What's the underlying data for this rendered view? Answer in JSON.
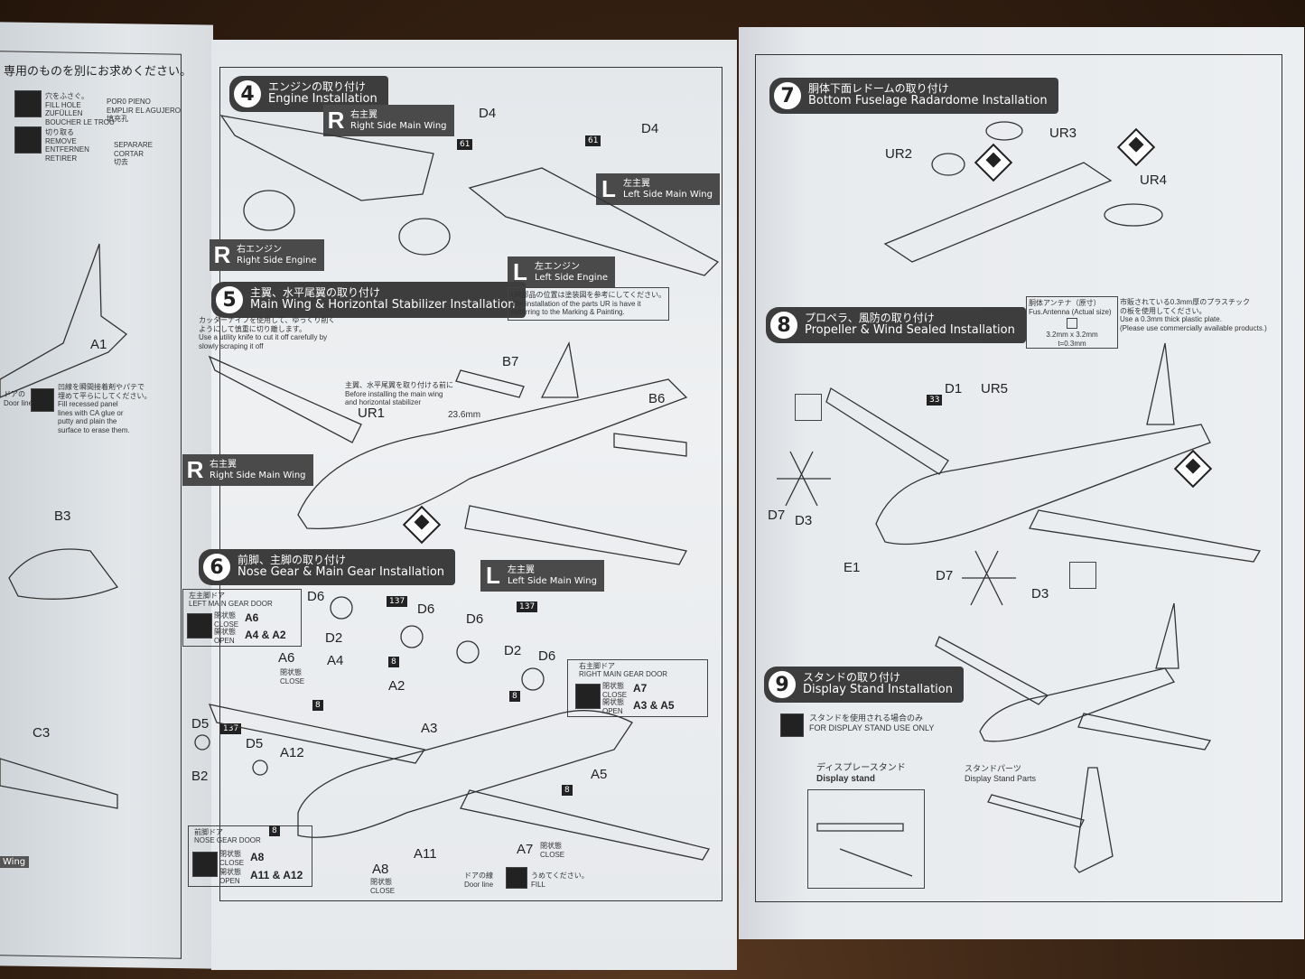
{
  "left_panel": {
    "header": "専用のものを別にお求めください。",
    "fill_hole": [
      "穴をふさぐ。",
      "FILL HOLE",
      "ZUFÜLLEN",
      "BOUCHER LE TROU"
    ],
    "fill_hole_right": [
      "POR0 PIENO",
      "EMPLIR EL AGUJERO",
      "填充孔"
    ],
    "remove": [
      "切り取る",
      "REMOVE",
      "ENTFERNEN",
      "RETIRER"
    ],
    "remove_right": [
      "SEPARARE",
      "CORTAR",
      "切去"
    ],
    "parts": [
      "A1",
      "B3",
      "C3"
    ],
    "putty_note": [
      "凹線を瞬間接着剤やパテで",
      "埋めて平らにしてください。",
      "Fill recessed panel",
      "lines with CA glue or",
      "putty and plain the",
      "surface to erase them."
    ],
    "door_line": "Door line",
    "door_line_jp": "ドアの",
    "wing_fragment": "Wing"
  },
  "step4": {
    "num": "4",
    "jp": "エンジンの取り付け",
    "en": "Engine Installation",
    "right_wing_jp": "右主翼",
    "right_wing_en": "Right Side Main Wing",
    "right_engine_jp": "右エンジン",
    "right_engine_en": "Right Side Engine",
    "left_wing_jp": "左主翼",
    "left_wing_en": "Left Side Main Wing",
    "left_engine_jp": "左エンジン",
    "left_engine_en": "Left Side Engine",
    "letter_r": "R",
    "letter_l": "L",
    "parts": [
      "D4",
      "D4"
    ],
    "paint": "61"
  },
  "step5": {
    "num": "5",
    "jp": "主翼、水平尾翼の取り付け",
    "en": "Main Wing & Horizontal Stabilizer Installation",
    "ur_note": [
      "UR部品の位置は塗装図を参考にしてください。",
      "The installation of the parts UR is have it",
      "refferring to the Marking & Painting."
    ],
    "knife_note": [
      "カッターナイフを使用して、ゆっくり削く",
      "ようにして慎重に切り離します。",
      "Use a utility knife to cut it off carefully by",
      "slowly scraping it off"
    ],
    "before_note": [
      "主翼、水平尾翼を取り付ける前に",
      "Before installing the main wing",
      "and horizontal stabilizer"
    ],
    "parts": [
      "B7",
      "B6",
      "UR1"
    ],
    "measure": "23.6mm",
    "right_wing_jp": "右主翼",
    "right_wing_en": "Right Side Main Wing",
    "left_wing_jp": "左主翼",
    "left_wing_en": "Left Side Main Wing",
    "letter_r": "R",
    "letter_l": "L"
  },
  "step6": {
    "num": "6",
    "jp": "前脚、主脚の取り付け",
    "en": "Nose Gear & Main Gear Installation",
    "left_door_jp": "左主脚ドア",
    "left_door_en": "LEFT MAIN GEAR DOOR",
    "left_close": "A6",
    "left_open": "A4 & A2",
    "right_door_jp": "右主脚ドア",
    "right_door_en": "RIGHT MAIN GEAR DOOR",
    "right_close": "A7",
    "right_open": "A3 & A5",
    "nose_door_jp": "前脚ドア",
    "nose_door_en": "NOSE GEAR DOOR",
    "nose_close": "A8",
    "nose_open": "A11 & A12",
    "close_jp": "閉状態",
    "close_en": "CLOSE",
    "open_jp": "開状態",
    "open_en": "OPEN",
    "parts_gear": [
      "D6",
      "D2",
      "D6",
      "D6",
      "D2",
      "D6",
      "D5",
      "D5",
      "B2"
    ],
    "parts_door": [
      "A6",
      "A4",
      "A2",
      "A3",
      "A12",
      "A5",
      "A8",
      "A11",
      "A7"
    ],
    "paint_137": "137",
    "paint_8": "8",
    "door_line_jp": "ドアの線",
    "door_line_en": "Door line",
    "fill_jp": "うめてください。",
    "fill_en": "FILL"
  },
  "step7": {
    "num": "7",
    "jp": "胴体下面レドームの取り付け",
    "en": "Bottom Fuselage Radardome Installation",
    "parts": [
      "UR2",
      "UR3",
      "UR4"
    ]
  },
  "step8": {
    "num": "8",
    "jp": "プロペラ、風防の取り付け",
    "en": "Propeller & Wind Sealed Installation",
    "antenna_jp": "胴体アンテナ（原寸）",
    "antenna_en": "Fus.Antenna (Actual size)",
    "antenna_size": "3.2mm x 3.2mm",
    "antenna_t": "t=0.3mm",
    "plate_note": [
      "市販されている0.3mm厚のプラスチック",
      "の板を使用してください。",
      "Use a 0.3mm thick plastic plate.",
      "(Please use commercially available products.)"
    ],
    "parts": [
      "D1",
      "UR5",
      "D7",
      "D3",
      "E1",
      "D7",
      "D3"
    ],
    "paint": "33"
  },
  "step9": {
    "num": "9",
    "jp": "スタンドの取り付け",
    "en": "Display Stand Installation",
    "use_jp": "スタンドを使用される場合のみ",
    "use_en": "FOR DISPLAY STAND USE ONLY",
    "stand_jp": "ディスプレースタンド",
    "stand_en": "Display stand",
    "parts_jp": "スタンドパーツ",
    "parts_en": "Display Stand Parts"
  }
}
